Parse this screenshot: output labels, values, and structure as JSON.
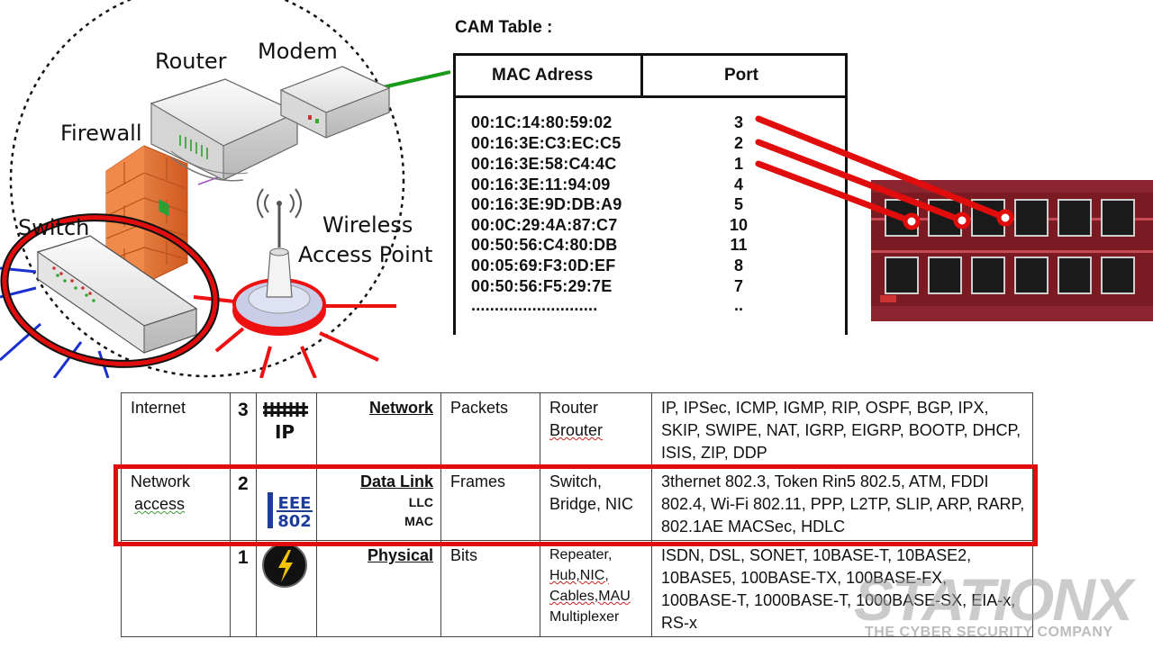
{
  "diagram": {
    "labels": {
      "router": "Router",
      "modem": "Modem",
      "firewall": "Firewall",
      "switch": "Switch",
      "wireless_line1": "Wireless",
      "wireless_line2": "Access Point"
    }
  },
  "cam_table": {
    "title": "CAM Table :",
    "headers": {
      "mac": "MAC Adress",
      "port": "Port"
    },
    "rows": [
      {
        "mac": "00:1C:14:80:59:02",
        "port": "3"
      },
      {
        "mac": "00:16:3E:C3:EC:C5",
        "port": "2"
      },
      {
        "mac": "00:16:3E:58:C4:4C",
        "port": "1"
      },
      {
        "mac": "00:16:3E:11:94:09",
        "port": "4"
      },
      {
        "mac": "00:16:3E:9D:DB:A9",
        "port": "5"
      },
      {
        "mac": "00:0C:29:4A:87:C7",
        "port": "10"
      },
      {
        "mac": "00:50:56:C4:80:DB",
        "port": "11"
      },
      {
        "mac": "00:05:69:F3:0D:EF",
        "port": "8"
      },
      {
        "mac": "00:50:56:F5:29:7E",
        "port": "7"
      }
    ],
    "ellipsis_mac": "...........................",
    "ellipsis_port": ".."
  },
  "tcpip_table": {
    "rows": [
      {
        "model_layer": "Internet",
        "number": "3",
        "logo_text": "IP",
        "layer_name": "Network",
        "sublayers": [],
        "pdu": "Packets",
        "devices": [
          "Router",
          "Brouter"
        ],
        "protocols": "IP, IPSec, ICMP, IGMP, RIP, OSPF, BGP, IPX, SKIP, SWIPE, NAT, IGRP, EIGRP, BOOTP, DHCP, ISIS, ZIP, DDP"
      },
      {
        "model_layer": "Network access",
        "number": "2",
        "logo_text": "IEEE 802",
        "layer_name": "Data Link",
        "sublayers": [
          "LLC",
          "MAC"
        ],
        "pdu": "Frames",
        "devices": [
          "Switch,",
          "Bridge, NIC"
        ],
        "protocols": "3thernet 802.3, Token Rin5 802.5, ATM, FDDI 802.4, Wi-Fi 802.11, PPP, L2TP, SLIP, ARP, RARP, 802.1AE MACSec, HDLC"
      },
      {
        "model_layer": "",
        "number": "1",
        "logo_text": "",
        "layer_name": "Physical",
        "sublayers": [],
        "pdu": "Bits",
        "devices": [
          "Repeater,",
          "Hub,NIC,",
          "Cables,MAU",
          "Multiplexer"
        ],
        "protocols": "ISDN, DSL, SONET, 10BASE-T, 10BASE2, 10BASE5, 100BASE-TX, 100BASE-FX, 100BASE-T, 1000BASE-T, 1000BASE-SX, EIA-x, RS-x"
      }
    ]
  },
  "watermark": {
    "brand": "STATIONX",
    "tagline": "THE CYBER SECURITY COMPANY"
  },
  "colors": {
    "highlight": "#e10d0d",
    "firewall": "#e8783a",
    "green_link": "#1a9a1a",
    "blue_link": "#1c2fd0"
  }
}
